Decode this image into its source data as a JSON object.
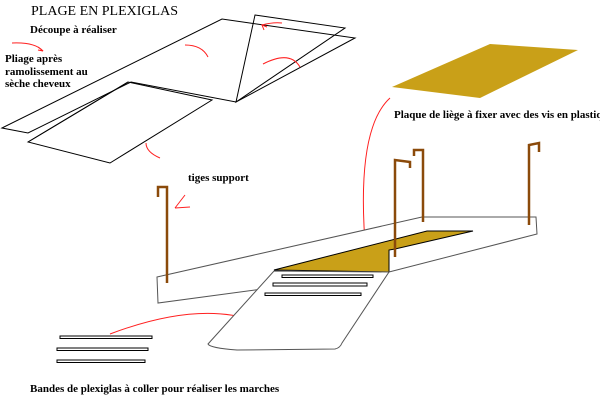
{
  "title": "PLAGE EN PLEXIGLAS",
  "labels": {
    "cut": "Découpe à réaliser",
    "fold": [
      "Pliage après",
      "ramolissement au",
      "sèche cheveux"
    ],
    "rods": "tiges support",
    "cork": "Plaque de liège à fixer avec des vis en plastique",
    "strips": "Bandes de plexiglas à coller pour réaliser les marches"
  },
  "colors": {
    "cork": "#c9a018",
    "rod": "#8b4a0a",
    "arrow": "#ff2020",
    "outline": "#000000"
  }
}
